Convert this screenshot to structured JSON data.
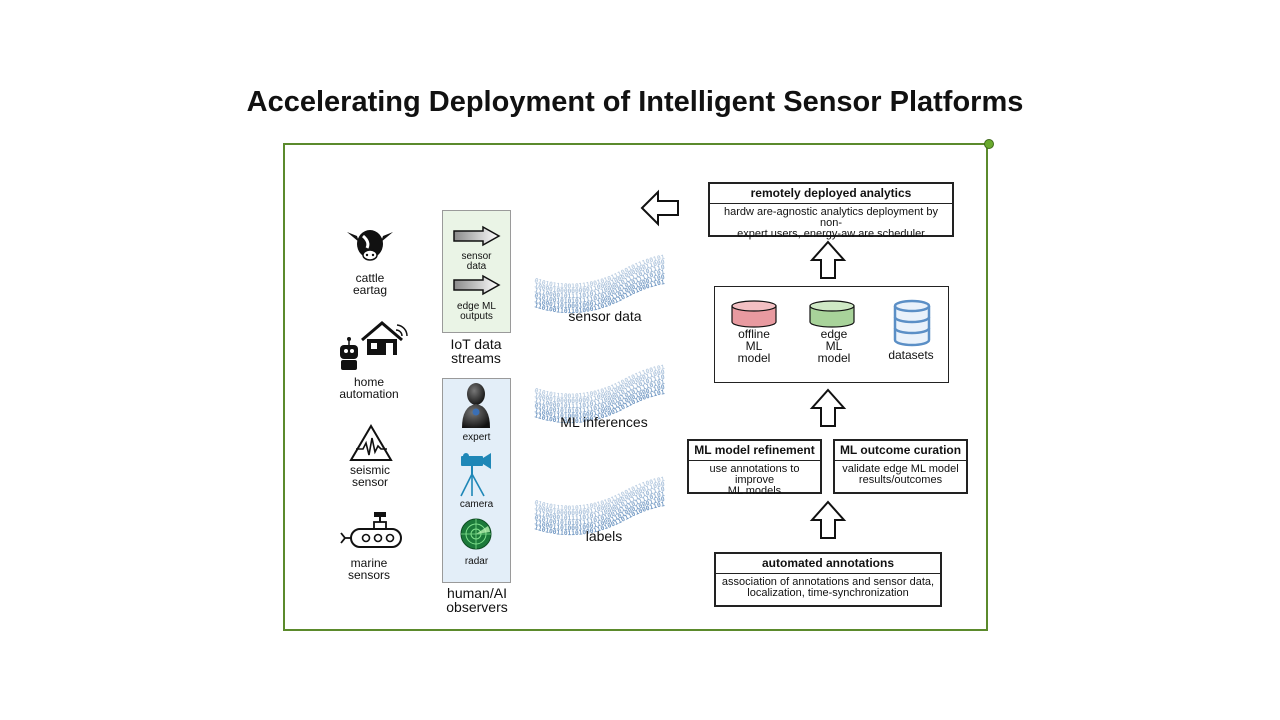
{
  "title": "Accelerating Deployment of Intelligent Sensor Platforms",
  "sources": {
    "cattle": "cattle\neartag",
    "home": "home\nautomation",
    "seismic": "seismic\nsensor",
    "marine": "marine\nsensors"
  },
  "iot": {
    "sensor_data": "sensor\ndata",
    "edge_outputs": "edge ML\noutputs",
    "caption": "IoT data\nstreams"
  },
  "observers": {
    "expert": "expert",
    "camera": "camera",
    "radar": "radar",
    "caption": "human/AI\nobservers"
  },
  "streams": {
    "sensor_data": "sensor data",
    "ml_inferences": "ML inferences",
    "labels": "labels",
    "binary_lines": [
      "0101011100101110",
      "1000010000000001",
      "1110000101111010",
      "0101001010101111",
      "1100011010001000",
      "1101001101101000"
    ]
  },
  "analytics": {
    "title": "remotely deployed analytics",
    "body": "hardw are-agnostic analytics deployment by non-\nexpert users, energy-aw are scheduler"
  },
  "models": {
    "offline": "offline\nML\nmodel",
    "edge": "edge\nML\nmodel",
    "datasets": "datasets"
  },
  "refinement": {
    "title": "ML model refinement",
    "body": "use annotations to improve\nML models"
  },
  "curation": {
    "title": "ML outcome curation",
    "body": "validate edge ML model\nresults/outcomes"
  },
  "annotations": {
    "title": "automated annotations",
    "body": "association of annotations and sensor data,\nlocalization, time-synchronization"
  },
  "colors": {
    "frame": "#5b8a2c",
    "iot_bg": "#eaf4e6",
    "observer_bg": "#e3eef8",
    "offline_model": "#e89aa0",
    "edge_model": "#a8d39a",
    "datasets": "#5b8fc6",
    "binary_text": "#6a93c0"
  }
}
